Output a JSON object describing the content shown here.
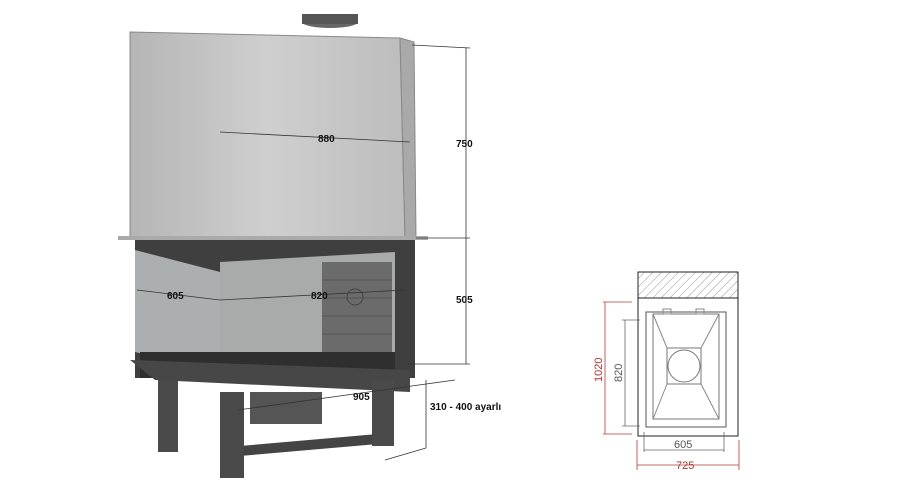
{
  "perspective_view": {
    "dimensions": {
      "width": "880",
      "hood_height": "750",
      "side_depth": "605",
      "firebox_width": "820",
      "firebox_height": "505",
      "base_width": "905",
      "leg_height": "310 - 400 ayarlı"
    }
  },
  "plan_view": {
    "dimensions": {
      "total_depth": "1020",
      "inner_depth": "820",
      "inner_width": "605",
      "total_width": "725"
    },
    "colors": {
      "outer_dim": "#b03a3a",
      "inner_dim": "#666666"
    }
  }
}
